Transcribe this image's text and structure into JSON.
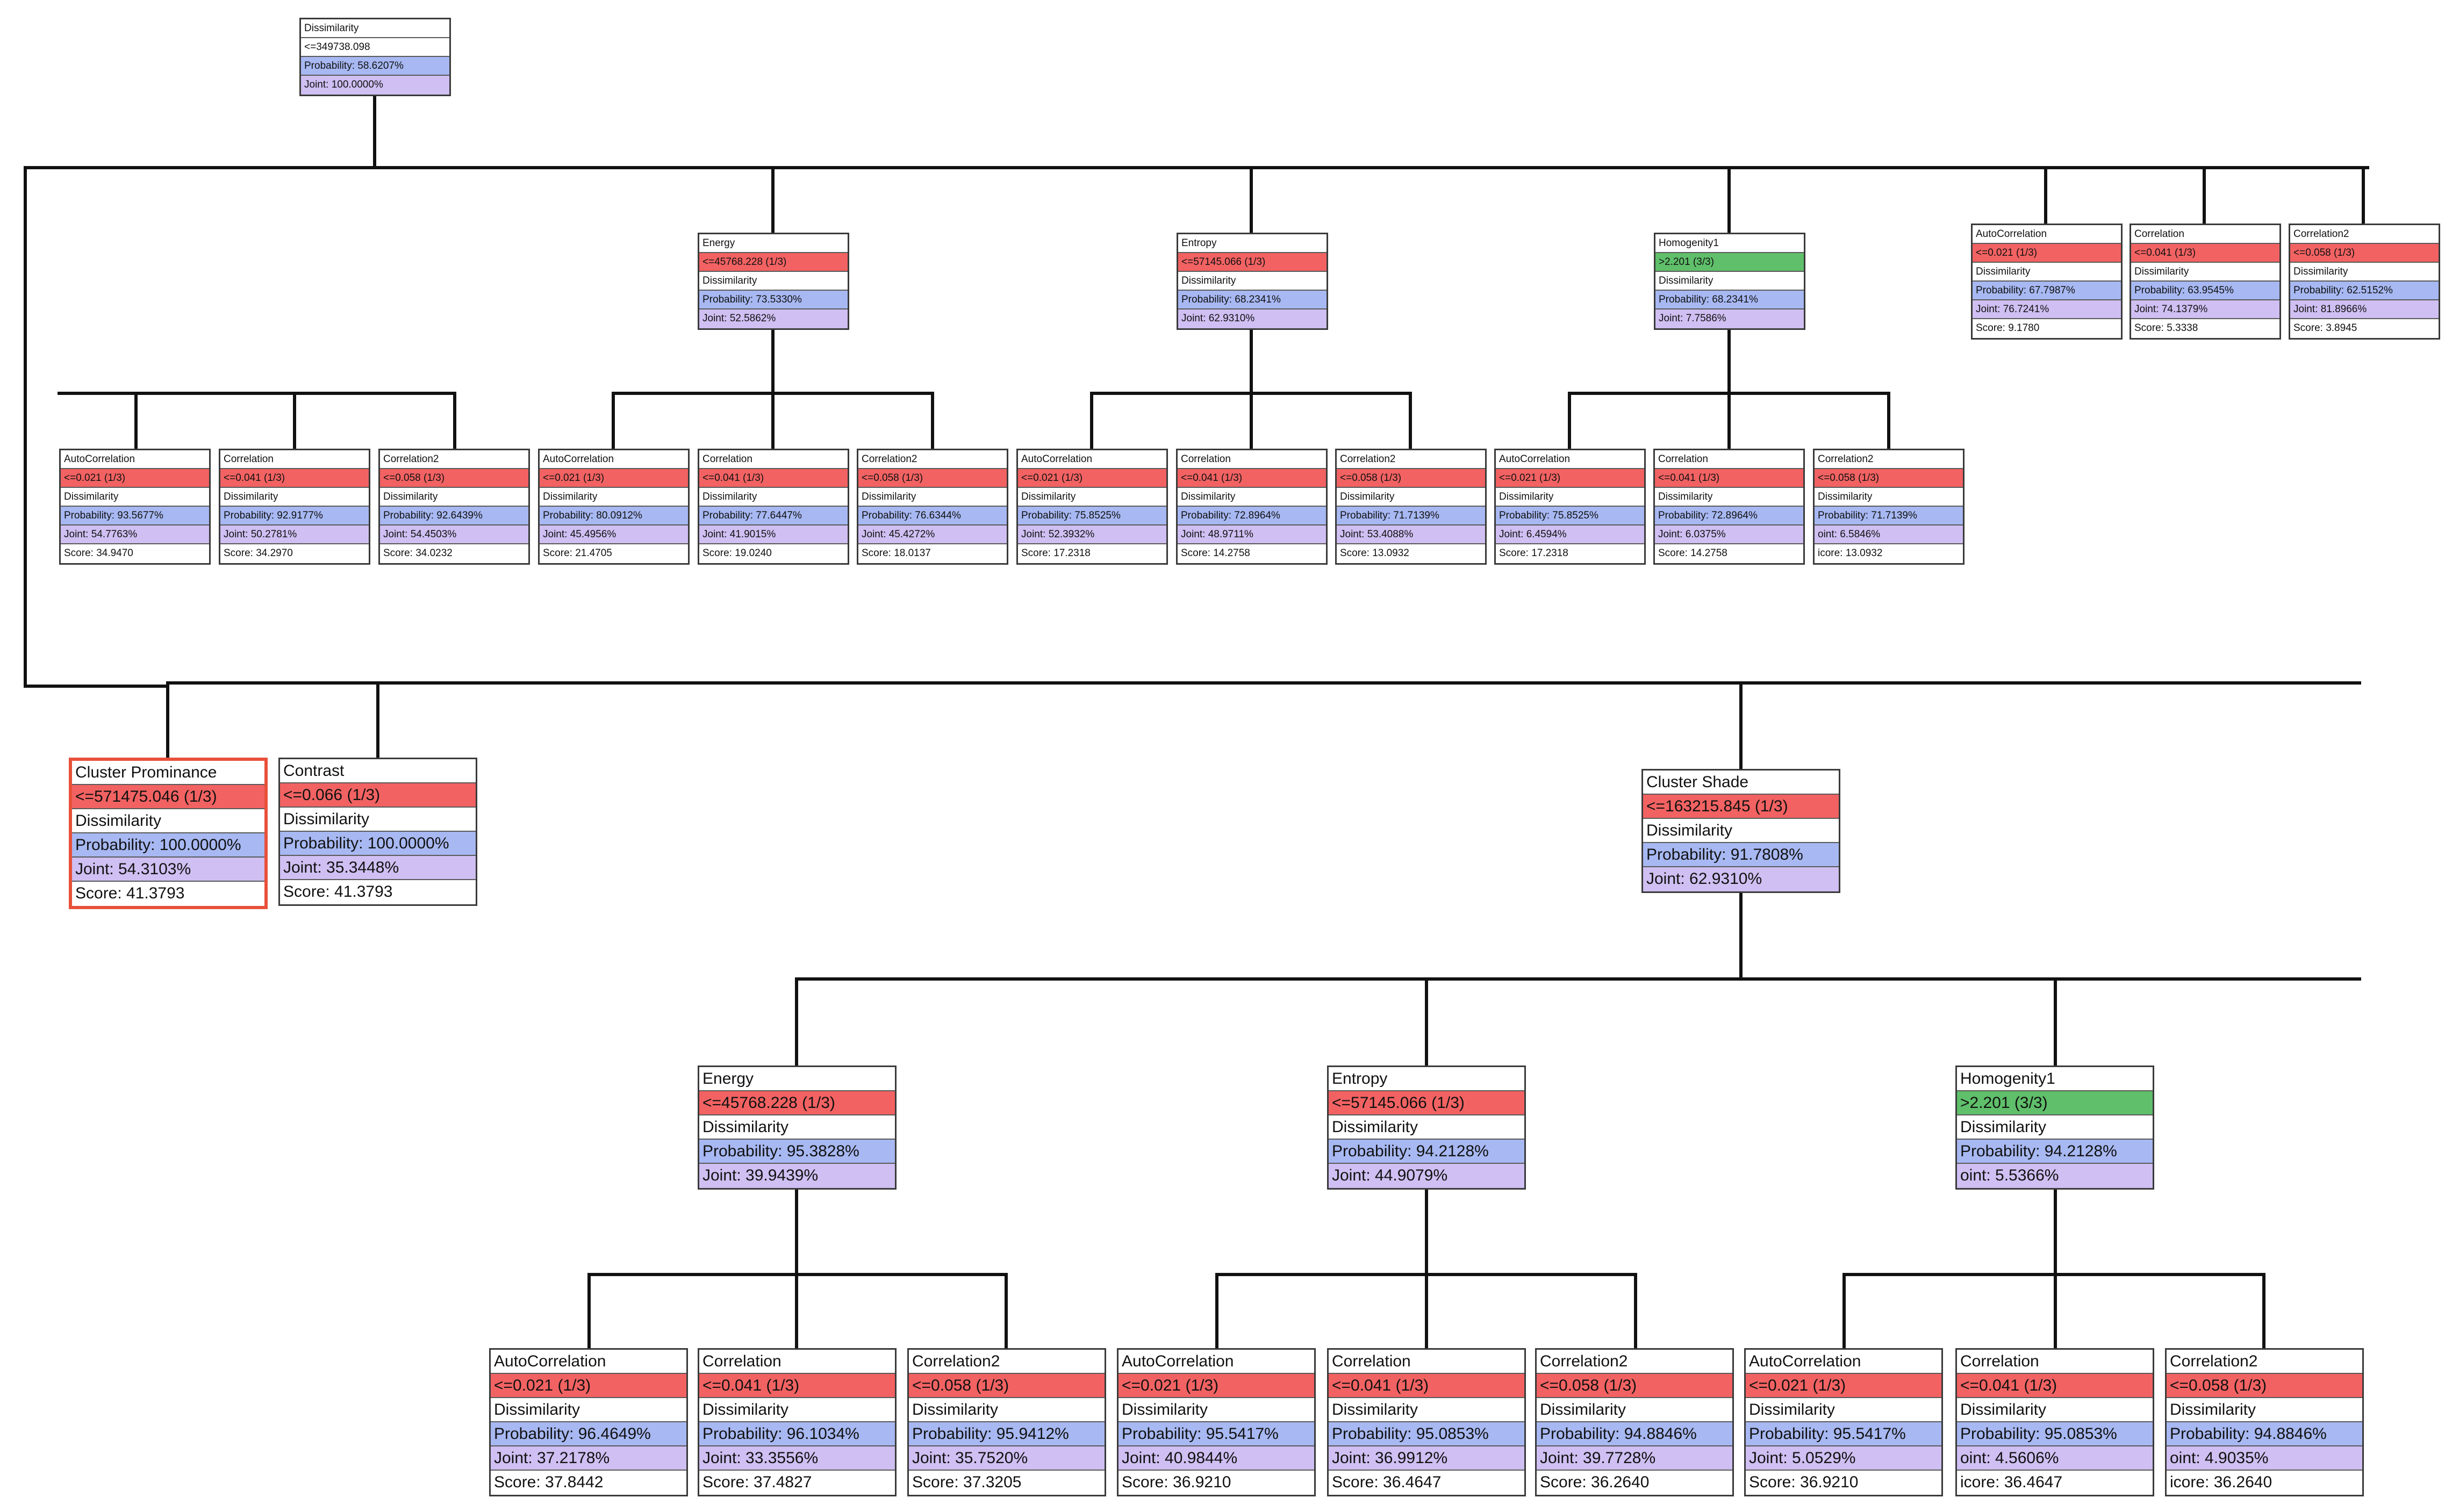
{
  "nodes": [
    {
      "id": "root",
      "rows": [
        {
          "type": "title",
          "text": "Dissimilarity"
        },
        {
          "type": "attr",
          "text": "<=349738.098"
        },
        {
          "type": "prob",
          "text": "Probability: 58.6207%"
        },
        {
          "type": "joint",
          "text": "Joint: 100.0000%"
        }
      ]
    },
    {
      "id": "energy1",
      "rows": [
        {
          "type": "title",
          "text": "Energy"
        },
        {
          "type": "cond",
          "text": "<=45768.228 (1/3)"
        },
        {
          "type": "attr",
          "text": "Dissimilarity"
        },
        {
          "type": "prob",
          "text": "Probability: 73.5330%"
        },
        {
          "type": "joint",
          "text": "Joint: 52.5862%"
        }
      ]
    },
    {
      "id": "entropy1",
      "rows": [
        {
          "type": "title",
          "text": "Entropy"
        },
        {
          "type": "cond",
          "text": "<=57145.066 (1/3)"
        },
        {
          "type": "attr",
          "text": "Dissimilarity"
        },
        {
          "type": "prob",
          "text": "Probability: 68.2341%"
        },
        {
          "type": "joint",
          "text": "Joint: 62.9310%"
        }
      ]
    },
    {
      "id": "homog1",
      "rows": [
        {
          "type": "title",
          "text": "Homogenity1"
        },
        {
          "type": "condg",
          "text": ">2.201 (3/3)"
        },
        {
          "type": "attr",
          "text": "Dissimilarity"
        },
        {
          "type": "prob",
          "text": "Probability: 68.2341%"
        },
        {
          "type": "joint",
          "text": "Joint: 7.7586%"
        }
      ]
    },
    {
      "id": "tr_ac",
      "rows": [
        {
          "type": "title",
          "text": "AutoCorrelation"
        },
        {
          "type": "cond",
          "text": "<=0.021 (1/3)"
        },
        {
          "type": "attr",
          "text": "Dissimilarity"
        },
        {
          "type": "prob",
          "text": "Probability: 67.7987%"
        },
        {
          "type": "joint",
          "text": "Joint: 76.7241%"
        },
        {
          "type": "score",
          "text": "Score: 9.1780"
        }
      ]
    },
    {
      "id": "tr_c",
      "rows": [
        {
          "type": "title",
          "text": "Correlation"
        },
        {
          "type": "cond",
          "text": "<=0.041 (1/3)"
        },
        {
          "type": "attr",
          "text": "Dissimilarity"
        },
        {
          "type": "prob",
          "text": "Probability: 63.9545%"
        },
        {
          "type": "joint",
          "text": "Joint: 74.1379%"
        },
        {
          "type": "score",
          "text": "Score: 5.3338"
        }
      ]
    },
    {
      "id": "tr_c2",
      "rows": [
        {
          "type": "title",
          "text": "Correlation2"
        },
        {
          "type": "cond",
          "text": "<=0.058 (1/3)"
        },
        {
          "type": "attr",
          "text": "Dissimilarity"
        },
        {
          "type": "prob",
          "text": "Probability: 62.5152%"
        },
        {
          "type": "joint",
          "text": "Joint: 81.8966%"
        },
        {
          "type": "score",
          "text": "Score: 3.8945"
        }
      ]
    },
    {
      "id": "r2_1",
      "rows": [
        {
          "type": "title",
          "text": "AutoCorrelation"
        },
        {
          "type": "cond",
          "text": "<=0.021 (1/3)"
        },
        {
          "type": "attr",
          "text": "Dissimilarity"
        },
        {
          "type": "prob",
          "text": "Probability: 93.5677%"
        },
        {
          "type": "joint",
          "text": "Joint: 54.7763%"
        },
        {
          "type": "score",
          "text": "Score: 34.9470"
        }
      ]
    },
    {
      "id": "r2_2",
      "rows": [
        {
          "type": "title",
          "text": "Correlation"
        },
        {
          "type": "cond",
          "text": "<=0.041 (1/3)"
        },
        {
          "type": "attr",
          "text": "Dissimilarity"
        },
        {
          "type": "prob",
          "text": "Probability: 92.9177%"
        },
        {
          "type": "joint",
          "text": "Joint: 50.2781%"
        },
        {
          "type": "score",
          "text": "Score: 34.2970"
        }
      ]
    },
    {
      "id": "r2_3",
      "rows": [
        {
          "type": "title",
          "text": "Correlation2"
        },
        {
          "type": "cond",
          "text": "<=0.058 (1/3)"
        },
        {
          "type": "attr",
          "text": "Dissimilarity"
        },
        {
          "type": "prob",
          "text": "Probability: 92.6439%"
        },
        {
          "type": "joint",
          "text": "Joint: 54.4503%"
        },
        {
          "type": "score",
          "text": "Score: 34.0232"
        }
      ]
    },
    {
      "id": "r2_4",
      "rows": [
        {
          "type": "title",
          "text": "AutoCorrelation"
        },
        {
          "type": "cond",
          "text": "<=0.021 (1/3)"
        },
        {
          "type": "attr",
          "text": "Dissimilarity"
        },
        {
          "type": "prob",
          "text": "Probability: 80.0912%"
        },
        {
          "type": "joint",
          "text": "Joint: 45.4956%"
        },
        {
          "type": "score",
          "text": "Score: 21.4705"
        }
      ]
    },
    {
      "id": "r2_5",
      "rows": [
        {
          "type": "title",
          "text": "Correlation"
        },
        {
          "type": "cond",
          "text": "<=0.041 (1/3)"
        },
        {
          "type": "attr",
          "text": "Dissimilarity"
        },
        {
          "type": "prob",
          "text": "Probability: 77.6447%"
        },
        {
          "type": "joint",
          "text": "Joint: 41.9015%"
        },
        {
          "type": "score",
          "text": "Score: 19.0240"
        }
      ]
    },
    {
      "id": "r2_6",
      "rows": [
        {
          "type": "title",
          "text": "Correlation2"
        },
        {
          "type": "cond",
          "text": "<=0.058 (1/3)"
        },
        {
          "type": "attr",
          "text": "Dissimilarity"
        },
        {
          "type": "prob",
          "text": "Probability: 76.6344%"
        },
        {
          "type": "joint",
          "text": "Joint: 45.4272%"
        },
        {
          "type": "score",
          "text": "Score: 18.0137"
        }
      ]
    },
    {
      "id": "r2_7",
      "rows": [
        {
          "type": "title",
          "text": "AutoCorrelation"
        },
        {
          "type": "cond",
          "text": "<=0.021 (1/3)"
        },
        {
          "type": "attr",
          "text": "Dissimilarity"
        },
        {
          "type": "prob",
          "text": "Probability: 75.8525%"
        },
        {
          "type": "joint",
          "text": "Joint: 52.3932%"
        },
        {
          "type": "score",
          "text": "Score: 17.2318"
        }
      ]
    },
    {
      "id": "r2_8",
      "rows": [
        {
          "type": "title",
          "text": "Correlation"
        },
        {
          "type": "cond",
          "text": "<=0.041 (1/3)"
        },
        {
          "type": "attr",
          "text": "Dissimilarity"
        },
        {
          "type": "prob",
          "text": "Probability: 72.8964%"
        },
        {
          "type": "joint",
          "text": "Joint: 48.9711%"
        },
        {
          "type": "score",
          "text": "Score: 14.2758"
        }
      ]
    },
    {
      "id": "r2_9",
      "rows": [
        {
          "type": "title",
          "text": "Correlation2"
        },
        {
          "type": "cond",
          "text": "<=0.058 (1/3)"
        },
        {
          "type": "attr",
          "text": "Dissimilarity"
        },
        {
          "type": "prob",
          "text": "Probability: 71.7139%"
        },
        {
          "type": "joint",
          "text": "Joint: 53.4088%"
        },
        {
          "type": "score",
          "text": "Score: 13.0932"
        }
      ]
    },
    {
      "id": "r2_10",
      "rows": [
        {
          "type": "title",
          "text": "AutoCorrelation"
        },
        {
          "type": "cond",
          "text": "<=0.021 (1/3)"
        },
        {
          "type": "attr",
          "text": "Dissimilarity"
        },
        {
          "type": "prob",
          "text": "Probability: 75.8525%"
        },
        {
          "type": "joint",
          "text": "Joint: 6.4594%"
        },
        {
          "type": "score",
          "text": "Score: 17.2318"
        }
      ]
    },
    {
      "id": "r2_11",
      "rows": [
        {
          "type": "title",
          "text": "Correlation"
        },
        {
          "type": "cond",
          "text": "<=0.041 (1/3)"
        },
        {
          "type": "attr",
          "text": "Dissimilarity"
        },
        {
          "type": "prob",
          "text": "Probability: 72.8964%"
        },
        {
          "type": "joint",
          "text": "Joint: 6.0375%"
        },
        {
          "type": "score",
          "text": "Score: 14.2758"
        }
      ]
    },
    {
      "id": "r2_12",
      "rows": [
        {
          "type": "title",
          "text": "Correlation2"
        },
        {
          "type": "cond",
          "text": "<=0.058 (1/3)"
        },
        {
          "type": "attr",
          "text": "Dissimilarity"
        },
        {
          "type": "prob",
          "text": "Probability: 71.7139%"
        },
        {
          "type": "joint",
          "text": "oint: 6.5846%"
        },
        {
          "type": "score",
          "text": "icore: 13.0932"
        }
      ]
    },
    {
      "id": "cp",
      "rows": [
        {
          "type": "title",
          "text": "Cluster Prominance"
        },
        {
          "type": "cond",
          "text": "<=571475.046 (1/3)"
        },
        {
          "type": "attr",
          "text": "Dissimilarity"
        },
        {
          "type": "prob",
          "text": "Probability: 100.0000%"
        },
        {
          "type": "joint",
          "text": "Joint: 54.3103%"
        },
        {
          "type": "score",
          "text": "Score: 41.3793"
        }
      ]
    },
    {
      "id": "contrast",
      "rows": [
        {
          "type": "title",
          "text": "Contrast"
        },
        {
          "type": "cond",
          "text": "<=0.066 (1/3)"
        },
        {
          "type": "attr",
          "text": "Dissimilarity"
        },
        {
          "type": "prob",
          "text": "Probability: 100.0000%"
        },
        {
          "type": "joint",
          "text": "Joint: 35.3448%"
        },
        {
          "type": "score",
          "text": "Score: 41.3793"
        }
      ]
    },
    {
      "id": "cs",
      "rows": [
        {
          "type": "title",
          "text": "Cluster Shade"
        },
        {
          "type": "cond",
          "text": "<=163215.845 (1/3)"
        },
        {
          "type": "attr",
          "text": "Dissimilarity"
        },
        {
          "type": "prob",
          "text": "Probability: 91.7808%"
        },
        {
          "type": "joint",
          "text": "Joint: 62.9310%"
        }
      ]
    },
    {
      "id": "energy2",
      "rows": [
        {
          "type": "title",
          "text": "Energy"
        },
        {
          "type": "cond",
          "text": "<=45768.228 (1/3)"
        },
        {
          "type": "attr",
          "text": "Dissimilarity"
        },
        {
          "type": "prob",
          "text": "Probability: 95.3828%"
        },
        {
          "type": "joint",
          "text": "Joint: 39.9439%"
        }
      ]
    },
    {
      "id": "entropy2",
      "rows": [
        {
          "type": "title",
          "text": "Entropy"
        },
        {
          "type": "cond",
          "text": "<=57145.066 (1/3)"
        },
        {
          "type": "attr",
          "text": "Dissimilarity"
        },
        {
          "type": "prob",
          "text": "Probability: 94.2128%"
        },
        {
          "type": "joint",
          "text": "Joint: 44.9079%"
        }
      ]
    },
    {
      "id": "homog2",
      "rows": [
        {
          "type": "title",
          "text": "Homogenity1"
        },
        {
          "type": "condg",
          "text": ">2.201 (3/3)"
        },
        {
          "type": "attr",
          "text": "Dissimilarity"
        },
        {
          "type": "prob",
          "text": "Probability: 94.2128%"
        },
        {
          "type": "joint",
          "text": "oint: 5.5366%"
        }
      ]
    },
    {
      "id": "r4_1",
      "rows": [
        {
          "type": "title",
          "text": "AutoCorrelation"
        },
        {
          "type": "cond",
          "text": "<=0.021 (1/3)"
        },
        {
          "type": "attr",
          "text": "Dissimilarity"
        },
        {
          "type": "prob",
          "text": "Probability: 96.4649%"
        },
        {
          "type": "joint",
          "text": "Joint: 37.2178%"
        },
        {
          "type": "score",
          "text": "Score: 37.8442"
        }
      ]
    },
    {
      "id": "r4_2",
      "rows": [
        {
          "type": "title",
          "text": "Correlation"
        },
        {
          "type": "cond",
          "text": "<=0.041 (1/3)"
        },
        {
          "type": "attr",
          "text": "Dissimilarity"
        },
        {
          "type": "prob",
          "text": "Probability: 96.1034%"
        },
        {
          "type": "joint",
          "text": "Joint: 33.3556%"
        },
        {
          "type": "score",
          "text": "Score: 37.4827"
        }
      ]
    },
    {
      "id": "r4_3",
      "rows": [
        {
          "type": "title",
          "text": "Correlation2"
        },
        {
          "type": "cond",
          "text": "<=0.058 (1/3)"
        },
        {
          "type": "attr",
          "text": "Dissimilarity"
        },
        {
          "type": "prob",
          "text": "Probability: 95.9412%"
        },
        {
          "type": "joint",
          "text": "Joint: 35.7520%"
        },
        {
          "type": "score",
          "text": "Score: 37.3205"
        }
      ]
    },
    {
      "id": "r4_4",
      "rows": [
        {
          "type": "title",
          "text": "AutoCorrelation"
        },
        {
          "type": "cond",
          "text": "<=0.021 (1/3)"
        },
        {
          "type": "attr",
          "text": "Dissimilarity"
        },
        {
          "type": "prob",
          "text": "Probability: 95.5417%"
        },
        {
          "type": "joint",
          "text": "Joint: 40.9844%"
        },
        {
          "type": "score",
          "text": "Score: 36.9210"
        }
      ]
    },
    {
      "id": "r4_5",
      "rows": [
        {
          "type": "title",
          "text": "Correlation"
        },
        {
          "type": "cond",
          "text": "<=0.041 (1/3)"
        },
        {
          "type": "attr",
          "text": "Dissimilarity"
        },
        {
          "type": "prob",
          "text": "Probability: 95.0853%"
        },
        {
          "type": "joint",
          "text": "Joint: 36.9912%"
        },
        {
          "type": "score",
          "text": "Score: 36.4647"
        }
      ]
    },
    {
      "id": "r4_6",
      "rows": [
        {
          "type": "title",
          "text": "Correlation2"
        },
        {
          "type": "cond",
          "text": "<=0.058 (1/3)"
        },
        {
          "type": "attr",
          "text": "Dissimilarity"
        },
        {
          "type": "prob",
          "text": "Probability: 94.8846%"
        },
        {
          "type": "joint",
          "text": "Joint: 39.7728%"
        },
        {
          "type": "score",
          "text": "Score: 36.2640"
        }
      ]
    },
    {
      "id": "r4_7",
      "rows": [
        {
          "type": "title",
          "text": "AutoCorrelation"
        },
        {
          "type": "cond",
          "text": "<=0.021 (1/3)"
        },
        {
          "type": "attr",
          "text": "Dissimilarity"
        },
        {
          "type": "prob",
          "text": "Probability: 95.5417%"
        },
        {
          "type": "joint",
          "text": "Joint: 5.0529%"
        },
        {
          "type": "score",
          "text": "Score: 36.9210"
        }
      ]
    },
    {
      "id": "r4_8",
      "rows": [
        {
          "type": "title",
          "text": "Correlation"
        },
        {
          "type": "cond",
          "text": "<=0.041 (1/3)"
        },
        {
          "type": "attr",
          "text": "Dissimilarity"
        },
        {
          "type": "prob",
          "text": "Probability: 95.0853%"
        },
        {
          "type": "joint",
          "text": "oint: 4.5606%"
        },
        {
          "type": "score",
          "text": "icore: 36.4647"
        }
      ]
    },
    {
      "id": "r4_9",
      "rows": [
        {
          "type": "title",
          "text": "Correlation2"
        },
        {
          "type": "cond",
          "text": "<=0.058 (1/3)"
        },
        {
          "type": "attr",
          "text": "Dissimilarity"
        },
        {
          "type": "prob",
          "text": "Probability: 94.8846%"
        },
        {
          "type": "joint",
          "text": "oint: 4.9035%"
        },
        {
          "type": "score",
          "text": "icore: 36.2640"
        }
      ]
    }
  ]
}
